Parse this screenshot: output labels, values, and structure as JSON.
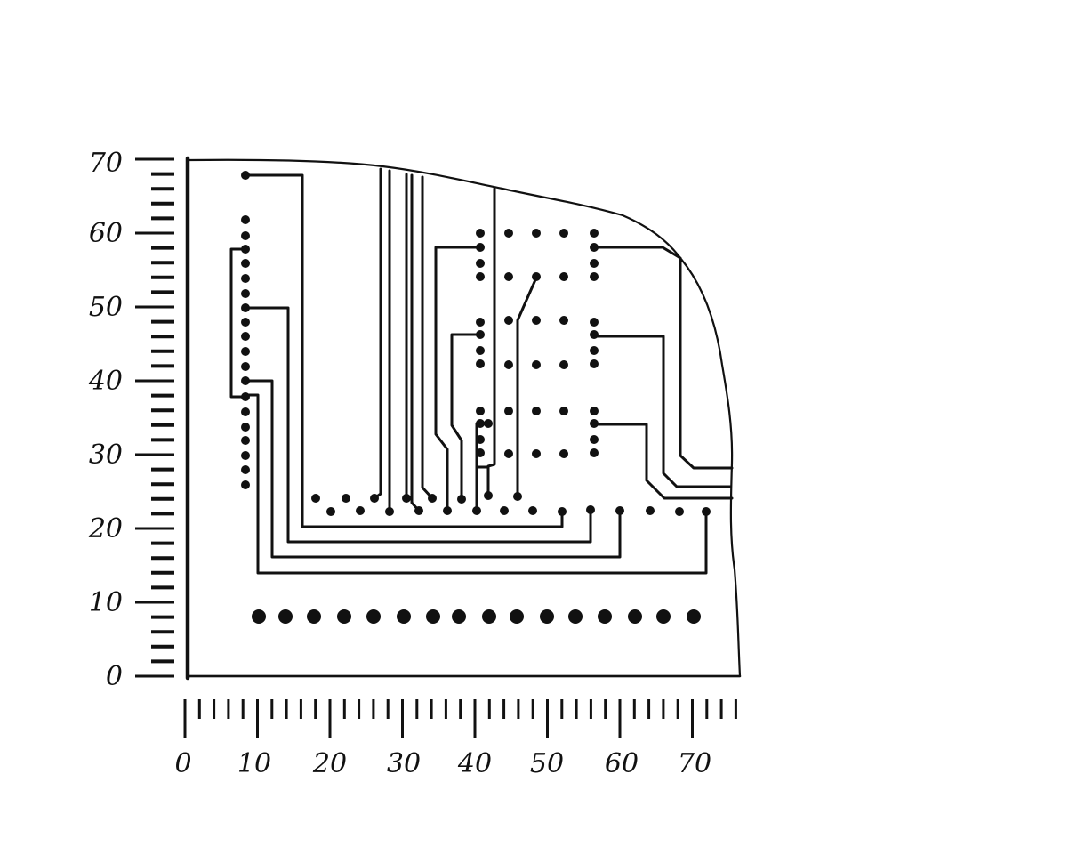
{
  "diagram": {
    "type": "printed-circuit-board trace layout on millimetre grid",
    "ink_color": "#111111",
    "paper_color": "#ffffff"
  },
  "axes": {
    "y": {
      "range": [
        0,
        70
      ],
      "labels": [
        "0",
        "10",
        "20",
        "30",
        "40",
        "50",
        "60",
        "70"
      ],
      "minor_step": 2
    },
    "x": {
      "range": [
        0,
        75
      ],
      "labels": [
        "0",
        "10",
        "20",
        "30",
        "40",
        "50",
        "60",
        "70"
      ],
      "minor_step": 2
    }
  }
}
